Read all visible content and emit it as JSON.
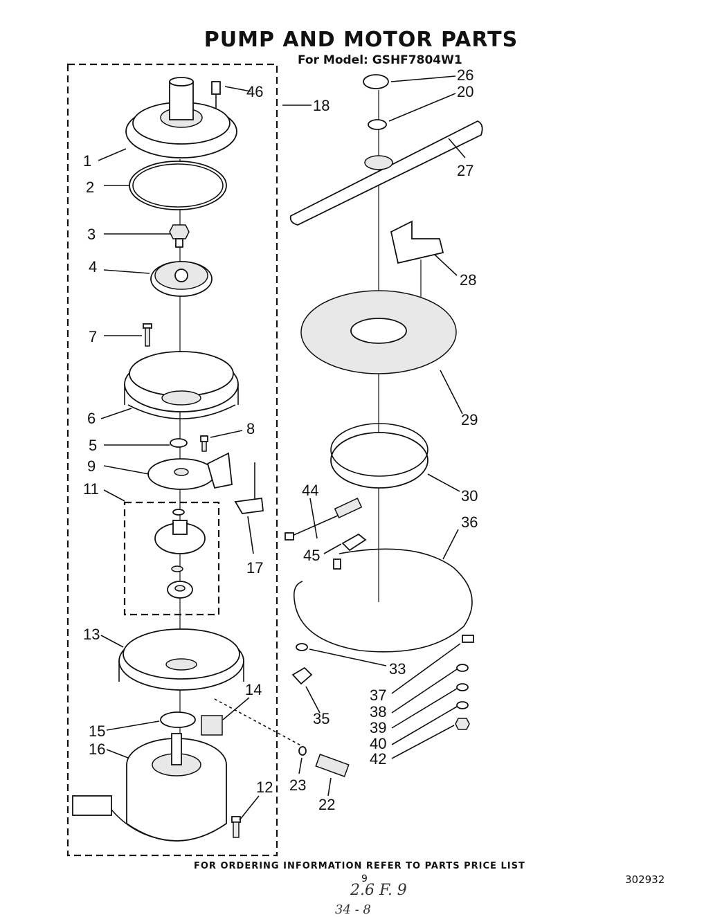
{
  "title": "PUMP AND MOTOR PARTS",
  "subtitle": "For Model: GSHF7804W1",
  "footer": "FOR ORDERING INFORMATION REFER TO PARTS PRICE LIST",
  "page_number": "9",
  "document_number": "302932",
  "handwritten_1": "2.6 F. 9",
  "handwritten_2": "34 - 8",
  "callouts": [
    "1",
    "2",
    "3",
    "4",
    "5",
    "6",
    "7",
    "8",
    "9",
    "11",
    "12",
    "13",
    "14",
    "15",
    "16",
    "17",
    "18",
    "20",
    "22",
    "23",
    "26",
    "27",
    "28",
    "29",
    "30",
    "33",
    "35",
    "36",
    "37",
    "38",
    "39",
    "40",
    "42",
    "44",
    "45",
    "46"
  ]
}
